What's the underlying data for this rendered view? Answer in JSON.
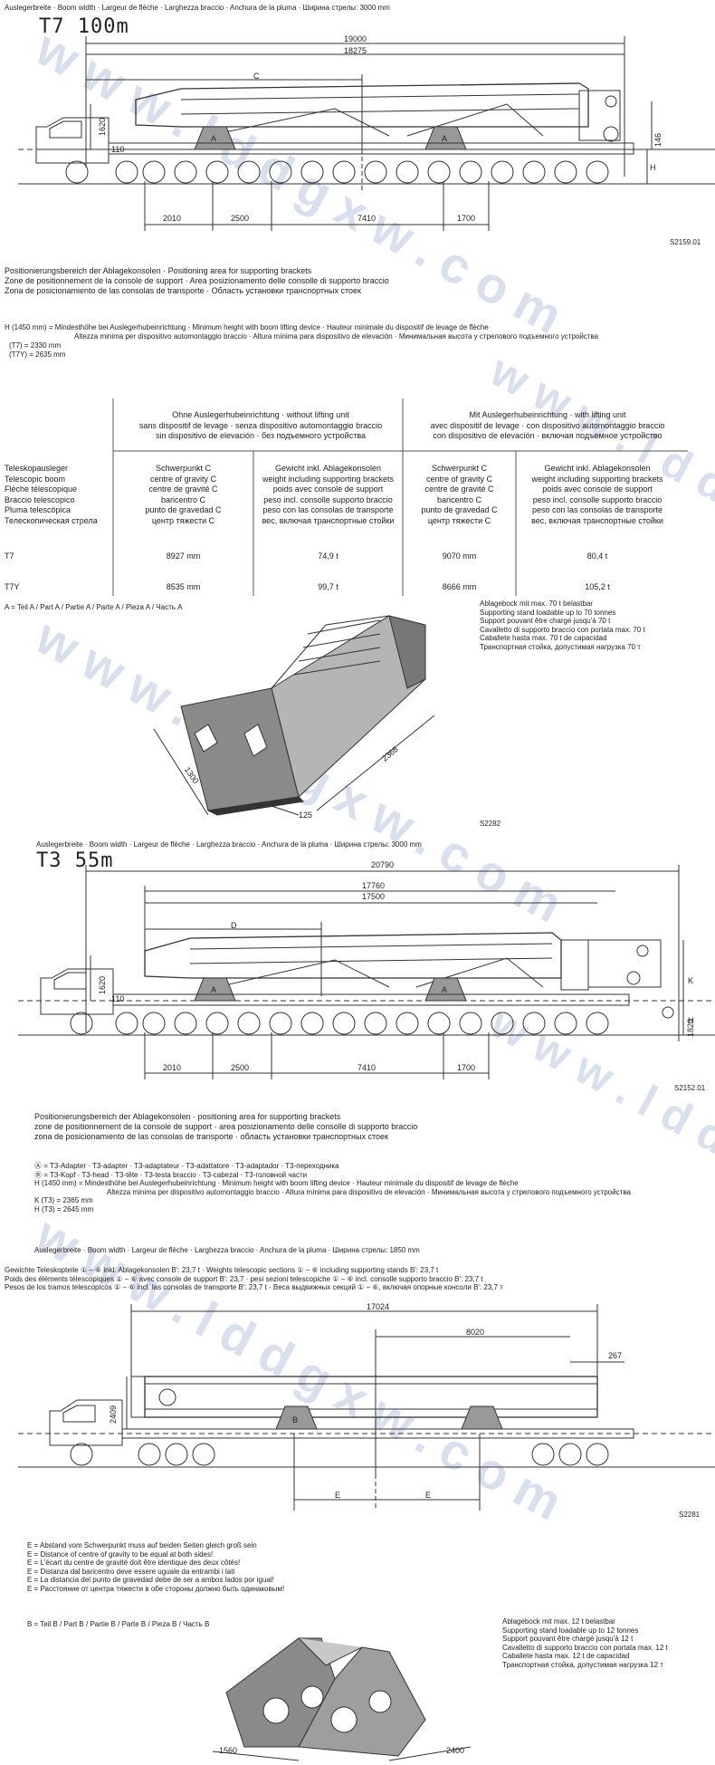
{
  "watermark": "www.lddgxw.com",
  "section_t7": {
    "boom_width": "Auslegerbreite · Boom width · Largeur de flèche · Larghezza braccio · Anchura de la pluma · Ширина стрелы: 3000 mm",
    "title": "T7  100m",
    "dims": {
      "d19000": "19000",
      "d18275": "18275",
      "c": "C",
      "h1620": "1620",
      "h110": "110",
      "h146": "146",
      "h_h": "H",
      "a": "A",
      "d2010": "2010",
      "d2500": "2500",
      "d7410": "7410",
      "d1700": "1700"
    },
    "figure_id": "S2159.01",
    "positioning_lines": [
      "Positionierungsbereich der Ablagekonsolen · Positioning area for supporting brackets",
      "Zone de positionnement de la console de support · Area posizionamento delle consolle di supporto braccio",
      "Zona de posicionamiento de las consolas de transporte · Область установки транспортных стоек"
    ],
    "height_note_1": "H (1450 mm) = Mindesthöhe bei Auslegerhubeinrichtung · Minimum height with boom lifting device · Hauteur minimale du dispositif de levage de flèche",
    "height_note_2": "Altezza minima per dispositivo automontaggio braccio · Altura mínima para dispositivo de elevación · Минимальная высота у стрелового подъемного устройства",
    "t7_value": "(T7) = 2330 mm",
    "t7y_value": "(T7Y) = 2635 mm"
  },
  "table": {
    "without_header": [
      "Ohne Auslegerhubeinrichtung · without lifting unit",
      "sans dispositif de levage · senza dispositivo automontaggio braccio",
      "sin dispositivo de elevación · без подъемного устройства"
    ],
    "with_header": [
      "Mit Auslegerhubeinrichtung · with lifting unit",
      "avec dispositif de levage · con dispositivo automontaggio braccio",
      "con dispositivo de elevación · включая подъемное устройство"
    ],
    "row_label": [
      "Teleskopausleger",
      "Telescopic boom",
      "Flèche télescopique",
      "Braccio telescopico",
      "Pluma telescópica",
      "Телескопическая стрела"
    ],
    "cog_header": [
      "Schwerpunkt C",
      "centre of gravity C",
      "centre de gravité C",
      "baricentro C",
      "punto de gravedad C",
      "центр тяжести C"
    ],
    "weight_header": [
      "Gewicht inkl. Ablagekonsolen",
      "weight including supporting brackets",
      "poids avec console de support",
      "peso incl. consolle supporto braccio",
      "peso con las consolas de transporte",
      "вес, включая транспортные стойки"
    ],
    "rows": [
      {
        "label": "T7",
        "cog1": "8927 mm",
        "w1": "74,9 t",
        "cog2": "9070 mm",
        "w2": "80,4 t"
      },
      {
        "label": "T7Y",
        "cog1": "8535 mm",
        "w1": "99,7 t",
        "cog2": "8666 mm",
        "w2": "105,2 t"
      }
    ]
  },
  "bracket_a": {
    "label": "A = Teil A / Part A / Partie A / Parte A / Pieza A / Часть A",
    "load_lines": [
      "Ablagebock mit max. 70 t belastbar",
      "Supporting stand loadable up to 70 tonnes",
      "Support pouvant être chargé jusqu'à 70 t",
      "Cavalletto di supporto braccio con portata max. 70 t",
      "Caballete hasta max. 70 t de capacidad",
      "Транспортная стойка, допустимая нагрузка 70 т"
    ],
    "dim1": "1300",
    "dim2": "2368",
    "dim3": "125",
    "figure_id": "S2282"
  },
  "section_t3": {
    "boom_width": "Auslegerbreite · Boom width · Largeur de flèche · Larghezza braccio · Anchura de la pluma · Ширина стрелы: 3000 mm",
    "title": "T3  55m",
    "dims": {
      "d20790": "20790",
      "d17760": "17760",
      "d17500": "17500",
      "d": "D",
      "h1620": "1620",
      "h110": "110",
      "k": "K",
      "h1820": "1820",
      "h_h": "H",
      "a": "A",
      "d2010": "2010",
      "d2500": "2500",
      "d7410": "7410",
      "d1700": "1700"
    },
    "figure_id": "S2152.01",
    "positioning_lines": [
      "Positionierungsbereich der Ablagekonsolen · positioning area for supporting brackets",
      "zone de positionnement de la console de support · area posizionamento delle consolle di supporto braccio",
      "zona de posicionamiento de las consolas de transporte · область установки транспортных стоек"
    ],
    "adapter_line_1": "Ⓐ = T3-Adapter · T3-adapter · T3-adaptateur · T3-adattatore · T3-adaptador · T3-переходника",
    "adapter_line_2": "Ⓑ = T3-Kopf · T3-head · T3-tête · T3-testa braccio · T3-cabezal · T3-головной части",
    "height_note_1": "H (1450 mm) = Mindesthöhe bei Auslegerhubeinrichtung · Minimum height with boom lifting device · Hauteur minimale du dispositif de levage de flèche",
    "height_note_2": "Altezza minima per dispositivo automontaggio braccio · Altura mínima para dispositivo de elevación · Минимальная высота у стрелового подъемного устройства",
    "k_value": "K (T3) = 2365 mm",
    "h_value": "H (T3) = 2645 mm"
  },
  "section_sections": {
    "boom_width": "Auslegerbreite · Boom width · Largeur de flèche · Larghezza braccio · Anchura de la pluma · Ширина стрелы: 1850 mm",
    "weights_lines": [
      "Gewichte Teleskopteile ① – ⑥ inkl. Ablagekonsolen B': 23,7 t · Weights telescopic sections ① – ⑥ including supporting stands B': 23,7 t",
      "Poids des éléments télescopiques ① – ⑥ avec console de support B': 23,7 · pesi sezioni telescopiche ① – ⑥ incl. consolle supporto braccio B': 23,7 t",
      "Pesos de los tramos telescópicos ① – ⑥ incl. las consolas de transporte B': 23,7 t · Веса выдвижных секций ① – ⑥, включая опорные консоли B': 23,7 т"
    ],
    "dims": {
      "d17024": "17024",
      "d8020": "8020",
      "d267": "267",
      "h2409": "2409",
      "e1": "E",
      "e2": "E",
      "b": "B"
    },
    "figure_id": "S2281",
    "e_lines": [
      "E = Abstand vom Schwerpunkt muss auf beiden Seiten gleich groß sein",
      "E = Distance of centre of gravity to be equal at both sides!",
      "E = L'écart du centre de gravité doit être identique des deux côtés!",
      "E = Distanza dal baricentro deve essere uguale da entrambi i lati",
      "E = La distancia del punto de gravedad debe de ser a ambos lados por igual!",
      "E = Расстояние от центра тяжести в обе стороны должно быть одинаковым!"
    ]
  },
  "bracket_b": {
    "label": "B = Teil B / Part B / Partie B / Parte B / Pieza B / Часть B",
    "load_lines": [
      "Ablagebock mit max. 12 t belastbar",
      "Supporting stand loadable up to 12 tonnes",
      "Support pouvant être chargé jusqu'à 12 t",
      "Cavalletto di supporto braccio con portata max. 12 t",
      "Caballete hasta max. 12 t de capacidad",
      "Транспортная стойка, допустимая нагрузка 12 т"
    ],
    "dim1": "1560",
    "dim2": "2400"
  }
}
